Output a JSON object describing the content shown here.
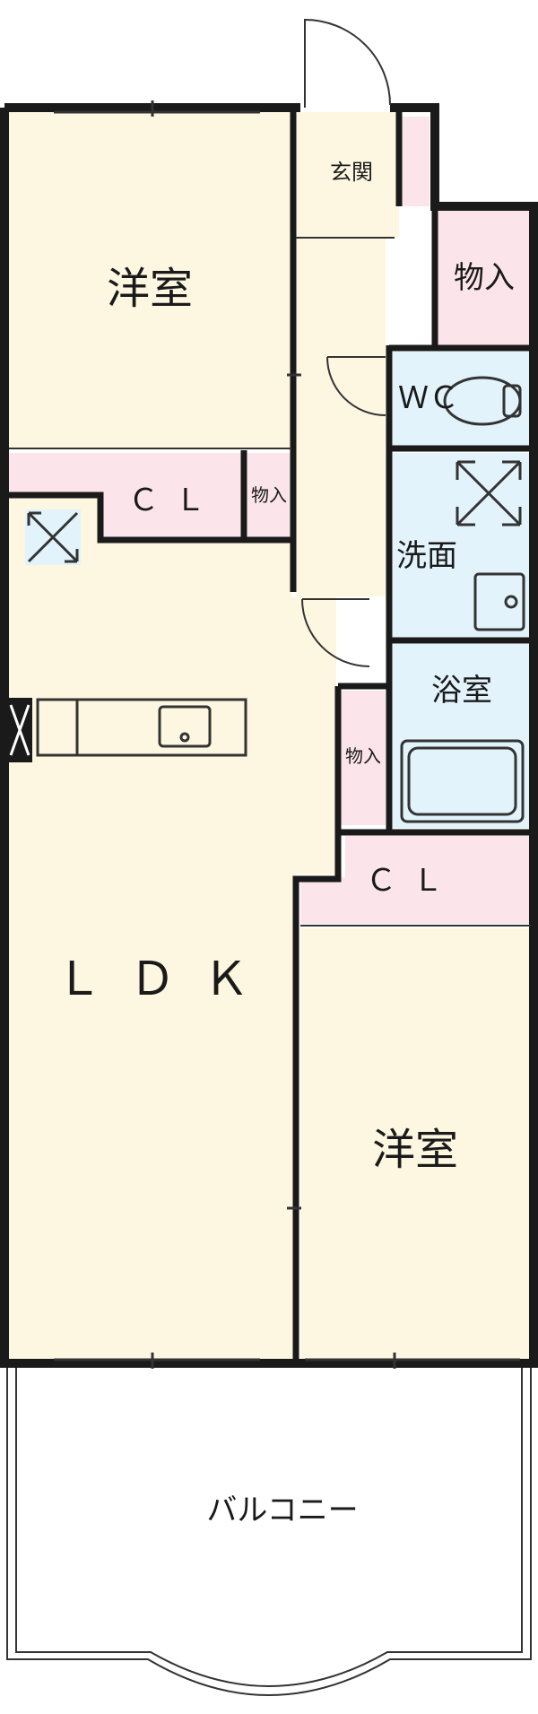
{
  "colors": {
    "room": "#fdf7e1",
    "storage": "#fbe4ea",
    "wet": "#e2f3fb",
    "balcony": "#ffffff",
    "wall": "#1a1a1a"
  },
  "rooms": {
    "western_room_1": "洋室",
    "western_room_2": "洋室",
    "ldk": "ＬＤＫ",
    "entrance": "玄関",
    "storage_entrance": "物入",
    "closet_1": "ＣＬ",
    "closet_2": "ＣＬ",
    "storage_small_1": "物入",
    "storage_small_2": "物入",
    "wc": "ＷＣ",
    "washroom": "洗面",
    "bath": "浴室",
    "balcony": "バルコニー"
  },
  "icons": {
    "toilet": "toilet-icon",
    "sink": "sink-icon",
    "bathtub": "bathtub-icon",
    "kitchen_sink": "kitchen-sink-icon",
    "vent_ldk": "vent-icon",
    "vent_washroom": "vent-icon",
    "refrigerator": "refrigerator-icon"
  }
}
